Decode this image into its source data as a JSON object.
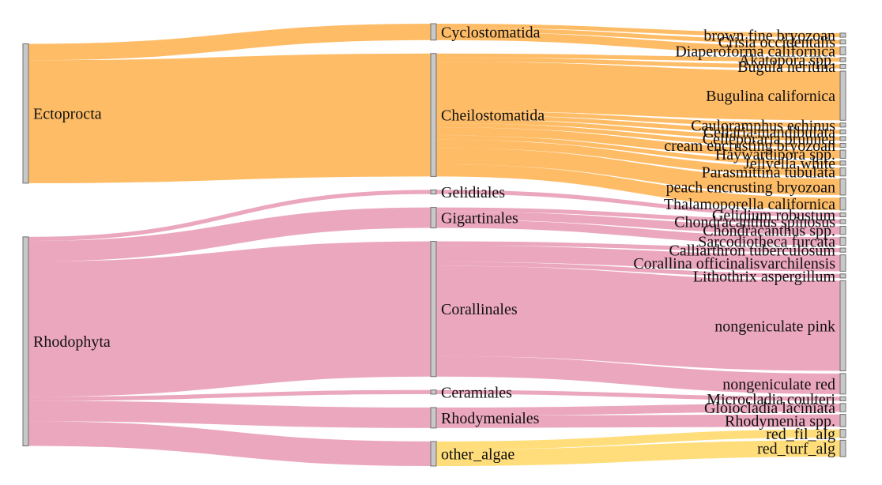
{
  "chart_data": {
    "type": "sankey",
    "nodes": [
      {
        "id": "Ectoprocta",
        "label": "Ectoprocta",
        "level": 0
      },
      {
        "id": "Rhodophyta",
        "label": "Rhodophyta",
        "level": 0
      },
      {
        "id": "Cyclostomatida",
        "label": "Cyclostomatida",
        "level": 1
      },
      {
        "id": "Cheilostomatida",
        "label": "Cheilostomatida",
        "level": 1
      },
      {
        "id": "Gelidiales",
        "label": "Gelidiales",
        "level": 1
      },
      {
        "id": "Gigartinales",
        "label": "Gigartinales",
        "level": 1
      },
      {
        "id": "Corallinales",
        "label": "Corallinales",
        "level": 1
      },
      {
        "id": "Ceramiales",
        "label": "Ceramiales",
        "level": 1
      },
      {
        "id": "Rhodymeniales",
        "label": "Rhodymeniales",
        "level": 1
      },
      {
        "id": "other_algae",
        "label": "other_algae",
        "level": 1
      },
      {
        "id": "brown_fine_bryozoan",
        "label": "brown fine bryozoan",
        "level": 2
      },
      {
        "id": "Crisia_occidentalis",
        "label": "Crisia occidentalis",
        "level": 2
      },
      {
        "id": "Diaperoforma_californica",
        "label": "Diaperoforma californica",
        "level": 2
      },
      {
        "id": "Akatopora_spp",
        "label": "Akatopora spp.",
        "level": 2
      },
      {
        "id": "Bugula_neritina",
        "label": "Bugula neritina",
        "level": 2
      },
      {
        "id": "Bugulina_californica",
        "label": "Bugulina californica",
        "level": 2
      },
      {
        "id": "Cauloramphus_echinus",
        "label": "Cauloramphus echinus",
        "level": 2
      },
      {
        "id": "Cellaria_mandibulata",
        "label": "Cellaria mandibulata",
        "level": 2
      },
      {
        "id": "Celleporaria_brunnea",
        "label": "Celleporaria brunnea",
        "level": 2
      },
      {
        "id": "cream_encrusting_bryozoan",
        "label": "cream encrusting bryozoan",
        "level": 2
      },
      {
        "id": "Haywardipora_spp",
        "label": "Haywardipora spp.",
        "level": 2
      },
      {
        "id": "Jellyella_white",
        "label": "Jellyella white",
        "level": 2
      },
      {
        "id": "Parasmittina_tubulata",
        "label": "Parasmittina tubulata",
        "level": 2
      },
      {
        "id": "peach_encrusting_bryozoan",
        "label": "peach encrusting bryozoan",
        "level": 2
      },
      {
        "id": "Thalamoporella_californica",
        "label": "Thalamoporella californica",
        "level": 2
      },
      {
        "id": "Gelidium_robustum",
        "label": "Gelidium robustum",
        "level": 2
      },
      {
        "id": "Chondracanthus_spinosus",
        "label": "Chondracanthus spinosus",
        "level": 2
      },
      {
        "id": "Chondracanthus_spp",
        "label": "Chondracanthus spp.",
        "level": 2
      },
      {
        "id": "Sarcodiotheca_furcata",
        "label": "Sarcodiotheca furcata",
        "level": 2
      },
      {
        "id": "Calliarthron_tuberculosum",
        "label": "Calliarthron tuberculosum",
        "level": 2
      },
      {
        "id": "Corallina_officinalisvarchilensis",
        "label": "Corallina officinalisvarchilensis",
        "level": 2
      },
      {
        "id": "Lithothrix_aspergillum",
        "label": "Lithothrix aspergillum",
        "level": 2
      },
      {
        "id": "nongeniculate_pink",
        "label": "nongeniculate pink",
        "level": 2
      },
      {
        "id": "nongeniculate_red",
        "label": "nongeniculate red",
        "level": 2
      },
      {
        "id": "Microcladia_coulteri",
        "label": "Microcladia coulteri",
        "level": 2
      },
      {
        "id": "Gloiocladia_laciniata",
        "label": "Gloiocladia laciniata",
        "level": 2
      },
      {
        "id": "Rhodymenia_spp",
        "label": "Rhodymenia spp.",
        "level": 2
      },
      {
        "id": "red_fil_alg",
        "label": "red_fil_alg",
        "level": 2
      },
      {
        "id": "red_turf_alg",
        "label": "red_turf_alg",
        "level": 2
      }
    ],
    "links": [
      {
        "source": "Ectoprocta",
        "target": "Cyclostomatida",
        "value": 4,
        "color": "#ffa533"
      },
      {
        "source": "Ectoprocta",
        "target": "Cheilostomatida",
        "value": 30,
        "color": "#ffa533"
      },
      {
        "source": "Rhodophyta",
        "target": "Gelidiales",
        "value": 1,
        "color": "#e48aa8"
      },
      {
        "source": "Rhodophyta",
        "target": "Gigartinales",
        "value": 5,
        "color": "#e48aa8"
      },
      {
        "source": "Rhodophyta",
        "target": "Corallinales",
        "value": 33,
        "color": "#e48aa8"
      },
      {
        "source": "Rhodophyta",
        "target": "Ceramiales",
        "value": 1,
        "color": "#e48aa8"
      },
      {
        "source": "Rhodophyta",
        "target": "Rhodymeniales",
        "value": 5,
        "color": "#e48aa8"
      },
      {
        "source": "Rhodophyta",
        "target": "other_algae",
        "value": 6,
        "color": "#e48aa8"
      },
      {
        "source": "Cyclostomatida",
        "target": "brown_fine_bryozoan",
        "value": 1,
        "color": "#ffa533"
      },
      {
        "source": "Cyclostomatida",
        "target": "Crisia_occidentalis",
        "value": 1,
        "color": "#ffa533"
      },
      {
        "source": "Cyclostomatida",
        "target": "Diaperoforma_californica",
        "value": 2,
        "color": "#ffa533"
      },
      {
        "source": "Cheilostomatida",
        "target": "Akatopora_spp",
        "value": 1,
        "color": "#ffa533"
      },
      {
        "source": "Cheilostomatida",
        "target": "Bugula_neritina",
        "value": 1,
        "color": "#ffa533"
      },
      {
        "source": "Cheilostomatida",
        "target": "Bugulina_californica",
        "value": 12,
        "color": "#ffa533"
      },
      {
        "source": "Cheilostomatida",
        "target": "Cauloramphus_echinus",
        "value": 1,
        "color": "#ffa533"
      },
      {
        "source": "Cheilostomatida",
        "target": "Cellaria_mandibulata",
        "value": 1,
        "color": "#ffa533"
      },
      {
        "source": "Cheilostomatida",
        "target": "Celleporaria_brunnea",
        "value": 1,
        "color": "#ffa533"
      },
      {
        "source": "Cheilostomatida",
        "target": "cream_encrusting_bryozoan",
        "value": 1,
        "color": "#ffa533"
      },
      {
        "source": "Cheilostomatida",
        "target": "Haywardipora_spp",
        "value": 2,
        "color": "#ffa533"
      },
      {
        "source": "Cheilostomatida",
        "target": "Jellyella_white",
        "value": 1,
        "color": "#ffa533"
      },
      {
        "source": "Cheilostomatida",
        "target": "Parasmittina_tubulata",
        "value": 2,
        "color": "#ffa533"
      },
      {
        "source": "Cheilostomatida",
        "target": "peach_encrusting_bryozoan",
        "value": 4,
        "color": "#ffa533"
      },
      {
        "source": "Cheilostomatida",
        "target": "Thalamoporella_californica",
        "value": 3,
        "color": "#ffa533"
      },
      {
        "source": "Gelidiales",
        "target": "Gelidium_robustum",
        "value": 1,
        "color": "#e48aa8"
      },
      {
        "source": "Gigartinales",
        "target": "Chondracanthus_spinosus",
        "value": 1,
        "color": "#e48aa8"
      },
      {
        "source": "Gigartinales",
        "target": "Chondracanthus_spp",
        "value": 2,
        "color": "#e48aa8"
      },
      {
        "source": "Gigartinales",
        "target": "Sarcodiotheca_furcata",
        "value": 2,
        "color": "#e48aa8"
      },
      {
        "source": "Corallinales",
        "target": "Calliarthron_tuberculosum",
        "value": 1,
        "color": "#e48aa8"
      },
      {
        "source": "Corallinales",
        "target": "Corallina_officinalisvarchilensis",
        "value": 4,
        "color": "#e48aa8"
      },
      {
        "source": "Corallinales",
        "target": "Lithothrix_aspergillum",
        "value": 1,
        "color": "#e48aa8"
      },
      {
        "source": "Corallinales",
        "target": "nongeniculate_pink",
        "value": 22,
        "color": "#e48aa8"
      },
      {
        "source": "Corallinales",
        "target": "nongeniculate_red",
        "value": 5,
        "color": "#e48aa8"
      },
      {
        "source": "Ceramiales",
        "target": "Microcladia_coulteri",
        "value": 1,
        "color": "#e48aa8"
      },
      {
        "source": "Rhodymeniales",
        "target": "Gloiocladia_laciniata",
        "value": 2,
        "color": "#e48aa8"
      },
      {
        "source": "Rhodymeniales",
        "target": "Rhodymenia_spp",
        "value": 3,
        "color": "#e48aa8"
      },
      {
        "source": "other_algae",
        "target": "red_fil_alg",
        "value": 2,
        "color": "#ffd24d"
      },
      {
        "source": "other_algae",
        "target": "red_turf_alg",
        "value": 4,
        "color": "#ffd24d"
      }
    ]
  }
}
